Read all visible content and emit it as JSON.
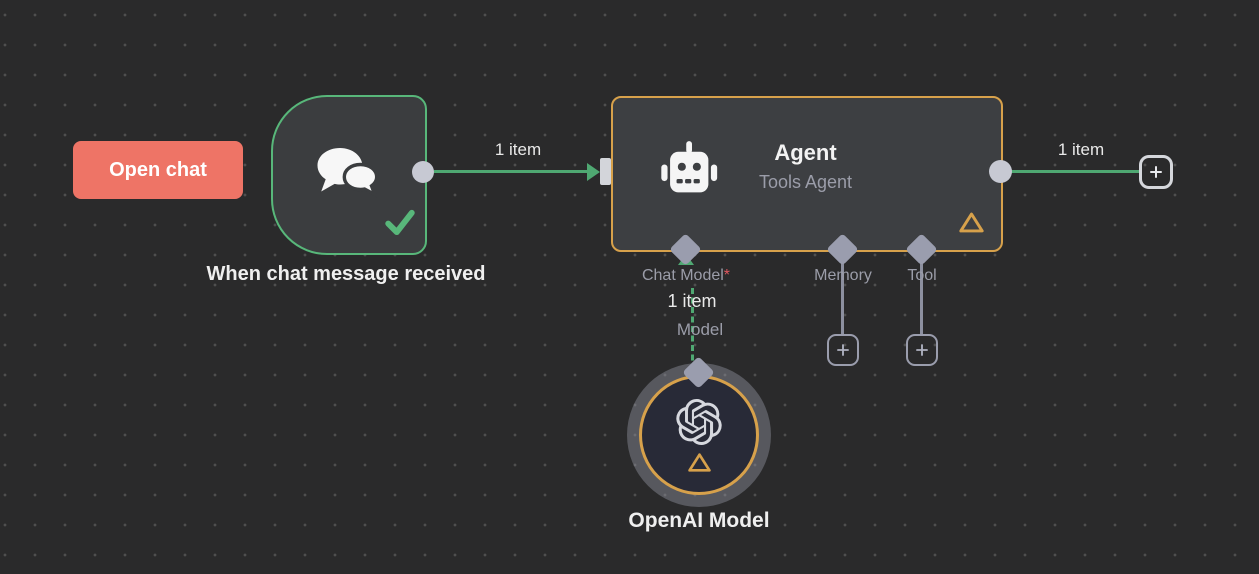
{
  "canvas": {
    "background": "#2a2a2b",
    "dot_color": "#4f4f4f"
  },
  "colors": {
    "success_green": "#58b77a",
    "connection_green": "#4fa872",
    "warning_orange": "#d7a14b",
    "button_coral": "#ee7466",
    "required_red": "#e0565e",
    "handle_gray": "#c7c9d3",
    "port_diamond_gray": "#9a9dae",
    "muted_text": "#9b9da9"
  },
  "icons": {
    "trigger": "chat-bubbles-icon",
    "trigger_status": "check-icon",
    "agent": "robot-icon",
    "agent_status": "warning-triangle-icon",
    "openai": "openai-logo-icon",
    "openai_status": "warning-triangle-icon",
    "add": "plus-icon"
  },
  "open_chat_button": {
    "label": "Open chat"
  },
  "trigger_node": {
    "label": "When chat message received"
  },
  "agent_node": {
    "title": "Agent",
    "subtitle": "Tools Agent",
    "ports": {
      "chat_model": {
        "label": "Chat Model",
        "required_marker": "*"
      },
      "memory": {
        "label": "Memory"
      },
      "tool": {
        "label": "Tool"
      }
    }
  },
  "openai_node": {
    "label": "OpenAI Model"
  },
  "connections": {
    "trigger_to_agent": {
      "count_label": "1 item"
    },
    "model_to_agent": {
      "count_label": "1 item",
      "source_port_label": "Model"
    },
    "agent_to_next": {
      "count_label": "1 item"
    }
  }
}
